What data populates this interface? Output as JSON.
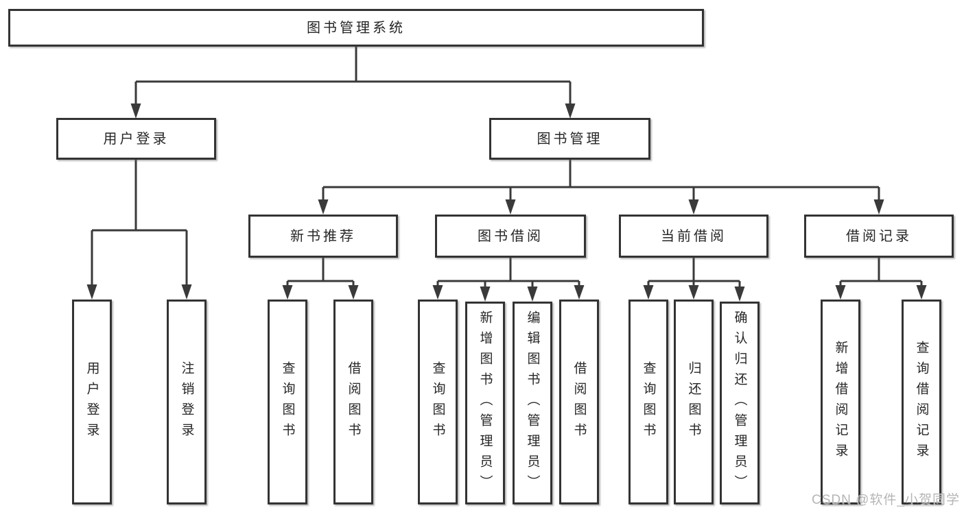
{
  "colors": {
    "line": "#3a3a3a",
    "border": "#333333",
    "text": "#262626",
    "watermark": "#b5b5b5",
    "background": "#ffffff"
  },
  "watermark": {
    "text": "CSDN @软件_小贺同学"
  },
  "tree": {
    "label": "图书管理系统",
    "children": [
      {
        "label": "用户登录",
        "children": [
          {
            "label": "用户登录"
          },
          {
            "label": "注销登录"
          }
        ]
      },
      {
        "label": "图书管理",
        "children": [
          {
            "label": "新书推荐",
            "children": [
              {
                "label": "查询图书"
              },
              {
                "label": "借阅图书"
              }
            ]
          },
          {
            "label": "图书借阅",
            "children": [
              {
                "label": "查询图书"
              },
              {
                "label": "新增图书（管理员）"
              },
              {
                "label": "编辑图书（管理员）"
              },
              {
                "label": "借阅图书"
              }
            ]
          },
          {
            "label": "当前借阅",
            "children": [
              {
                "label": "查询图书"
              },
              {
                "label": "归还图书"
              },
              {
                "label": "确认归还（管理员）"
              }
            ]
          },
          {
            "label": "借阅记录",
            "children": [
              {
                "label": "新增借阅记录"
              },
              {
                "label": "查询借阅记录"
              }
            ]
          }
        ]
      }
    ]
  }
}
